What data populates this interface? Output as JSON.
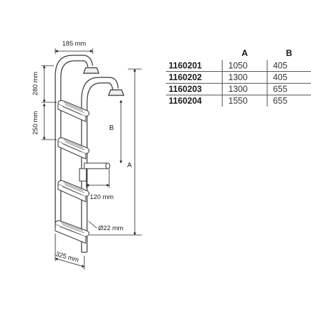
{
  "dimensions": {
    "width_top": "185 mm",
    "rail_height_top": "280 mm",
    "step_spacing": "250 mm",
    "letter_a": "A",
    "letter_b": "B",
    "standoff": "120 mm",
    "tube_diameter": "Ø22 mm",
    "width_bottom": "325 mm"
  },
  "table": {
    "headers": [
      "",
      "A",
      "B"
    ],
    "rows": [
      {
        "model": "1160201",
        "a": "1050",
        "b": "405"
      },
      {
        "model": "1160202",
        "a": "1300",
        "b": "405"
      },
      {
        "model": "1160203",
        "a": "1300",
        "b": "655"
      },
      {
        "model": "1160204",
        "a": "1550",
        "b": "655"
      }
    ]
  }
}
